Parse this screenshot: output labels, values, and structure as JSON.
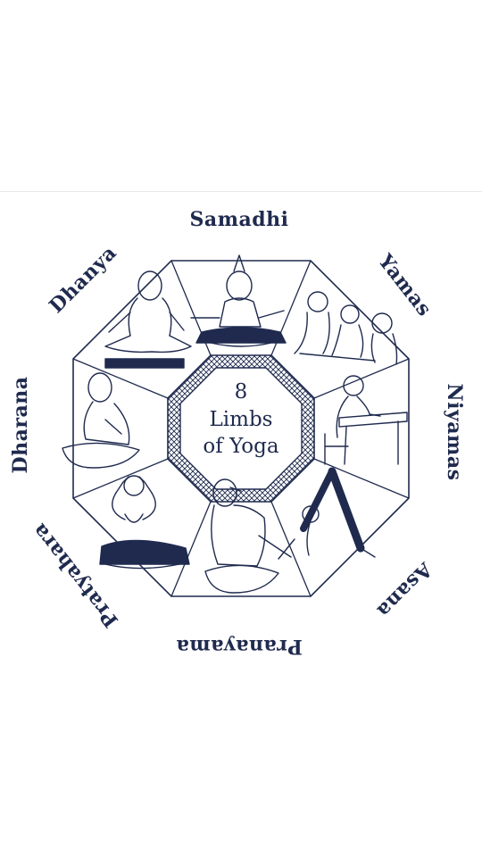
{
  "diagram": {
    "center": {
      "line1": "8",
      "line2": "Limbs",
      "line3": "of Yoga"
    },
    "limbs": [
      {
        "name": "Samadhi"
      },
      {
        "name": "Yamas"
      },
      {
        "name": "Niyamas"
      },
      {
        "name": "Asana"
      },
      {
        "name": "Pranayama"
      },
      {
        "name": "Pratyahara"
      },
      {
        "name": "Dharana"
      },
      {
        "name": "Dhanya"
      }
    ]
  },
  "colors": {
    "ink": "#1f2a4e",
    "background": "#ffffff"
  }
}
